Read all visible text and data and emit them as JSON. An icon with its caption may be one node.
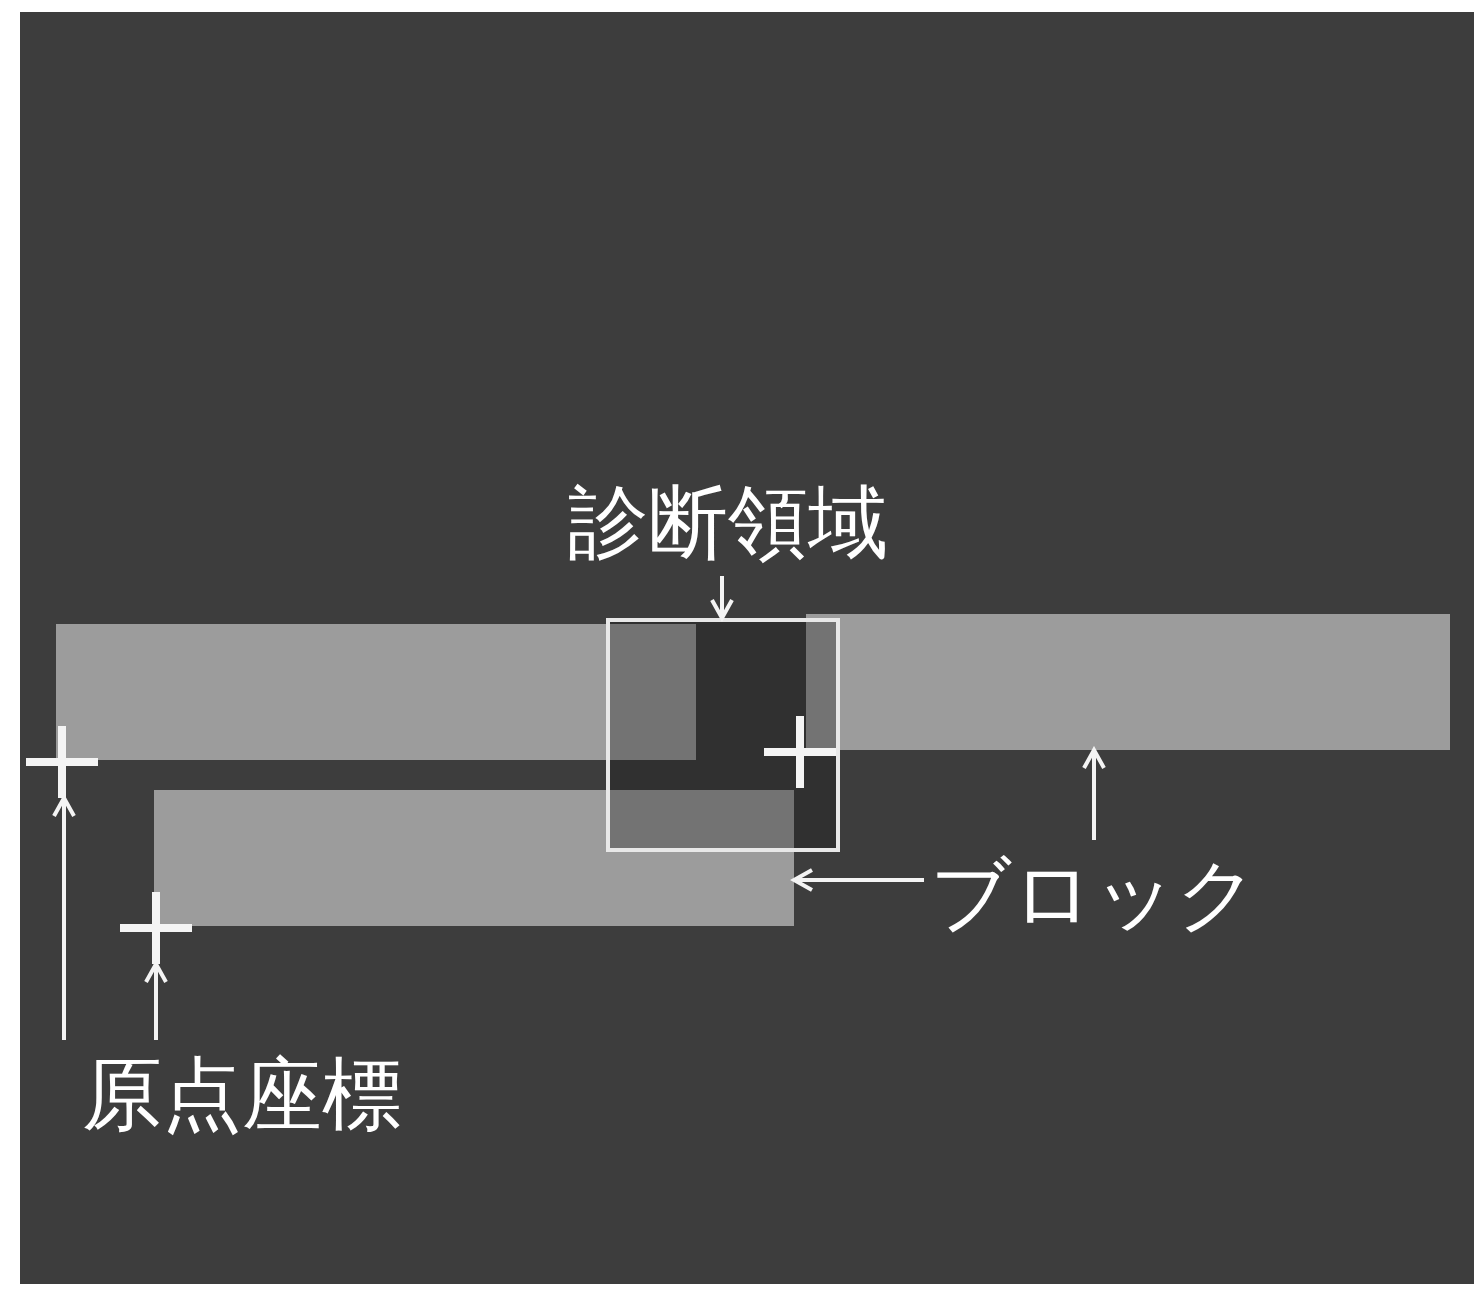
{
  "diagram": {
    "nodes": [
      {
        "text": [
          "診断領域"
        ]
      },
      {
        "text": [],
        "shape": "box"
      },
      {
        "text": [],
        "shape": "bar"
      },
      {
        "text": [],
        "shape": "bar"
      },
      {
        "text": [],
        "shape": "cross"
      },
      {
        "text": [],
        "shape": "cross",
        "in": 1
      },
      {
        "text": [],
        "shape": "bar"
      },
      {
        "text": [
          "ブロック"
        ]
      },
      {
        "text": [],
        "shape": "cross"
      },
      {
        "text": [
          "原点座標"
        ]
      }
    ],
    "edges": [
      {
        "from": 0,
        "to": 1,
        "arrow": "to"
      },
      {
        "from": 7,
        "to": 6,
        "arrow": "to"
      },
      {
        "from": 7,
        "to": 3,
        "arrow": "to"
      },
      {
        "from": 9,
        "to": 4,
        "arrow": "to"
      },
      {
        "from": 9,
        "to": 8,
        "arrow": "to"
      }
    ]
  }
}
